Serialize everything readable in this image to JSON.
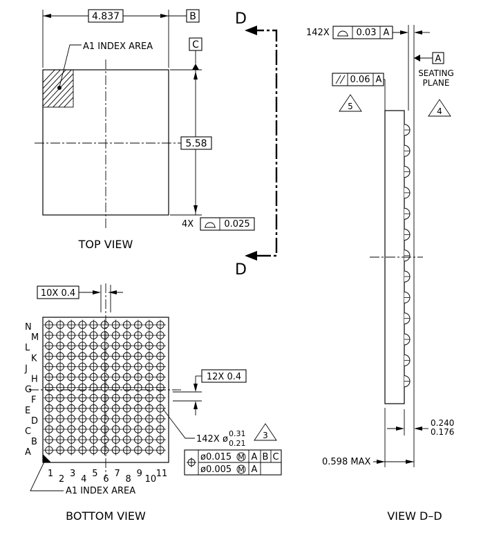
{
  "top_view": {
    "title": "TOP VIEW",
    "width_dim": "4.837",
    "datum_b": "B",
    "datum_c": "C",
    "height_dim": "5.58",
    "index_label": "A1 INDEX AREA",
    "flatness_count": "4X",
    "flatness_value": "0.025"
  },
  "section_markers": {
    "top": "D",
    "bottom": "D"
  },
  "bottom_view": {
    "title": "BOTTOM VIEW",
    "pitch_x": "10X 0.4",
    "pitch_y": "12X 0.4",
    "ball_count": "142X",
    "ball_dia_prefix": "ø",
    "ball_dia_upper": "0.31",
    "ball_dia_lower": "0.21",
    "note_3": "3",
    "pos_tol_1": "ø0.015",
    "pos_tol_2": "ø0.005",
    "ref_a": "A",
    "ref_b": "B",
    "ref_c": "C",
    "index_label": "A1 INDEX AREA",
    "rows": [
      "N",
      "M",
      "L",
      "K",
      "J",
      "H",
      "G",
      "F",
      "E",
      "D",
      "C",
      "B",
      "A"
    ],
    "cols": [
      "1",
      "2",
      "3",
      "4",
      "5",
      "6",
      "7",
      "8",
      "9",
      "10",
      "11"
    ]
  },
  "view_dd": {
    "title": "VIEW D–D",
    "ball_count": "142X",
    "profile_value": "0.03",
    "profile_ref": "A",
    "datum_a": "A",
    "seating_plane_1": "SEATING",
    "seating_plane_2": "PLANE",
    "note_4": "4",
    "parallel_value": "0.06",
    "parallel_ref": "A",
    "note_5": "5",
    "standoff_max": "0.240",
    "standoff_min": "0.176",
    "height_max": "0.598 MAX"
  }
}
